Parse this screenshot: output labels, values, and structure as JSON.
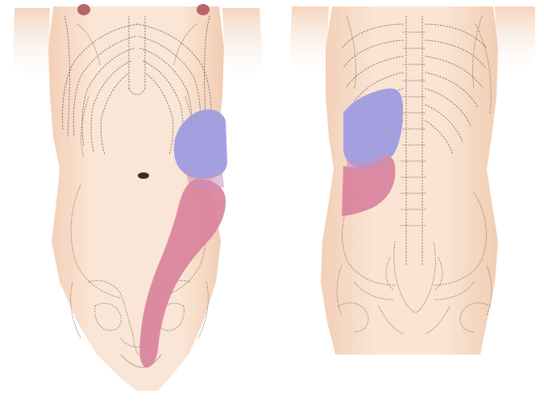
{
  "figure": {
    "views": [
      {
        "id": "anterior",
        "kind": "torso-front"
      },
      {
        "id": "posterior",
        "kind": "torso-back"
      }
    ],
    "colors": {
      "skin": "#f7ddc8",
      "skin_shadow": "#efcbb2",
      "skeleton_line": "#8a7466",
      "pain_region_upper": "#9f9ce0",
      "pain_region_lower": "#d9829c",
      "background": "#ffffff"
    },
    "regions": [
      {
        "id": "upper-flank",
        "color": "pain_region_upper"
      },
      {
        "id": "lower-radiation",
        "color": "pain_region_lower"
      }
    ]
  }
}
